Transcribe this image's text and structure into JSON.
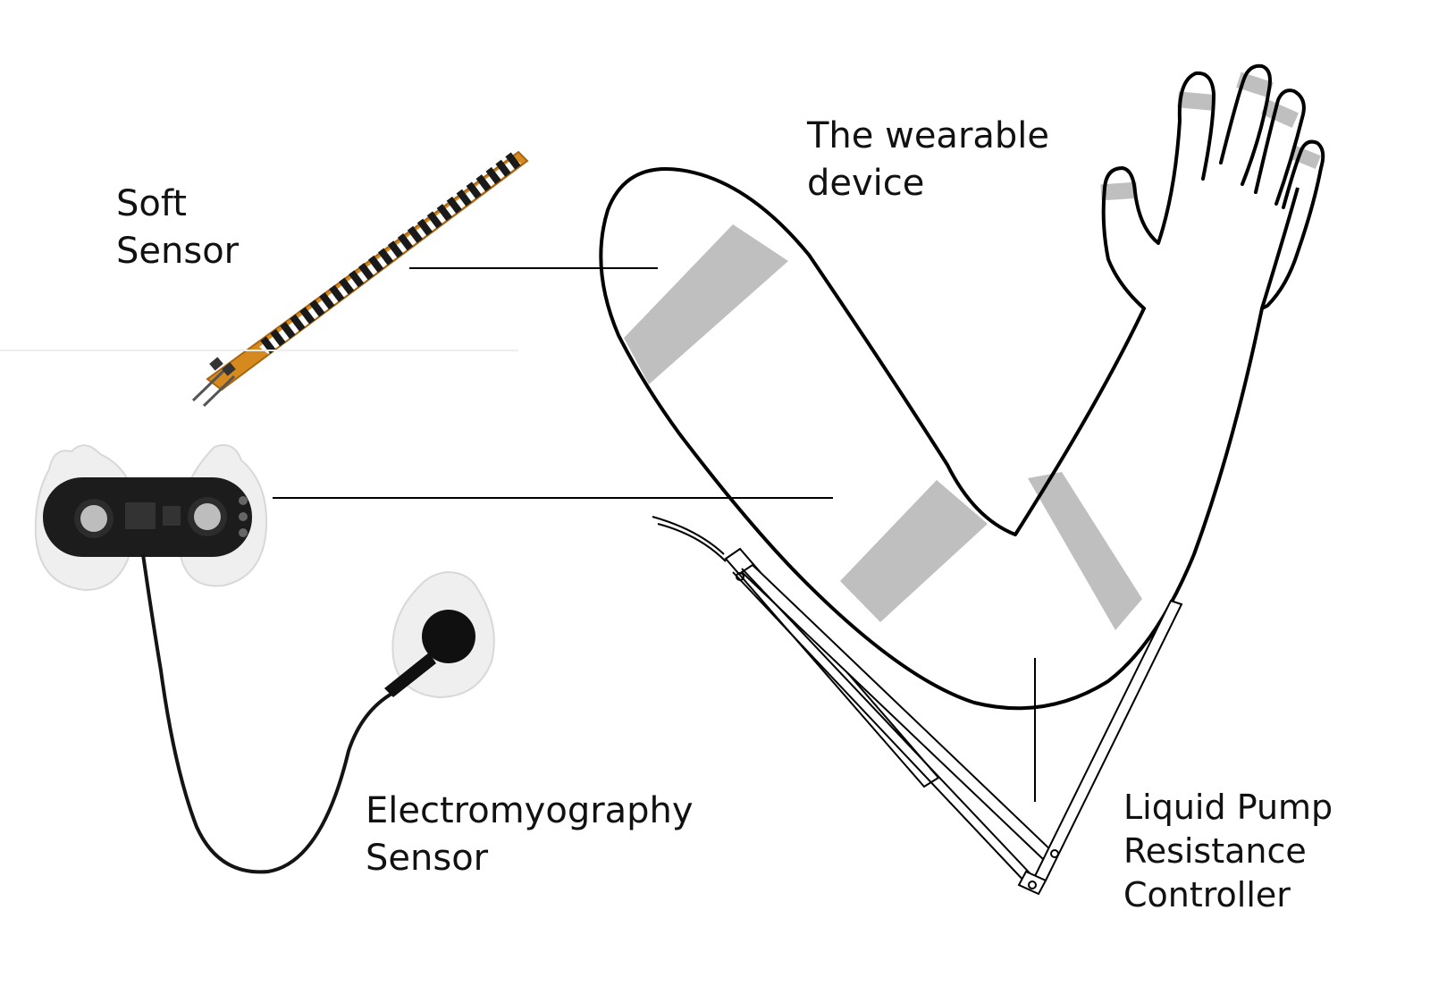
{
  "labels": {
    "wearable": [
      "The wearable",
      "device"
    ],
    "soft_sensor": [
      "Soft",
      "Sensor"
    ],
    "emg_sensor": [
      "Electromyography",
      "Sensor"
    ],
    "pump": [
      "Liquid Pump",
      "Resistance",
      "Controller"
    ]
  },
  "colors": {
    "outline": "#000000",
    "band": "#bfbfbf",
    "sensor_strip": "#d68a1e",
    "sensor_trace": "#1a1a1a",
    "emg_board": "#1c1c1c",
    "electrode_pad": "#eeeeee",
    "electrode_button": "#b8b8b8",
    "cable": "#141414"
  },
  "icons": [
    "soft-sensor-image",
    "emg-sensor-image",
    "arm-outline",
    "pump-linkage"
  ]
}
